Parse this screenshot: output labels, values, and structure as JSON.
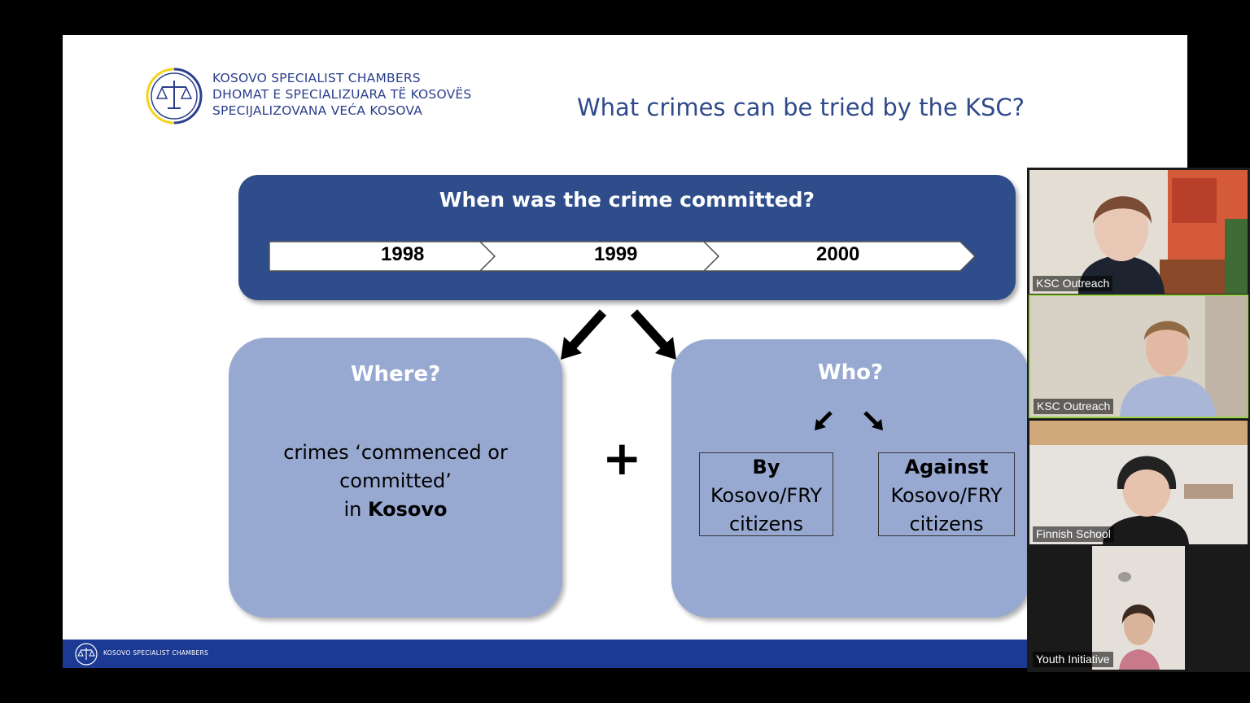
{
  "org": {
    "name_en": "KOSOVO SPECIALIST CHAMBERS",
    "name_sq": "DHOMAT E SPECIALIZUARA TË KOSOVËS",
    "name_sr": "SPECIJALIZOVANA VEĆA KOSOVA"
  },
  "slide": {
    "title": "What crimes can be tried by the KSC?",
    "when_question": "When was the crime committed?",
    "years": [
      "1998",
      "1999",
      "2000"
    ],
    "where": {
      "heading": "Where?",
      "line1": "crimes ‘commenced or",
      "line2": "committed’",
      "line3_prefix": "in ",
      "line3_bold": "Kosovo"
    },
    "plus": "+",
    "who": {
      "heading": "Who?",
      "by": {
        "bold": "By",
        "line2": "Kosovo/FRY",
        "line3": "citizens"
      },
      "against": {
        "bold": "Against",
        "line2": "Kosovo/FRY",
        "line3": "citizens"
      }
    },
    "footer_text": "KOSOVO SPECIALIST CHAMBERS"
  },
  "participants": [
    {
      "name": "KSC Outreach",
      "active": false
    },
    {
      "name": "KSC Outreach",
      "active": true
    },
    {
      "name": "Finnish School",
      "active": false
    },
    {
      "name": "Youth Initiative",
      "active": false
    }
  ],
  "colors": {
    "brand_blue": "#2e4d8a",
    "panel_blue": "#98a9d1",
    "footer_blue": "#1c3a94",
    "logo_yellow": "#f2d41a",
    "active_speaker": "#9bd24b"
  }
}
